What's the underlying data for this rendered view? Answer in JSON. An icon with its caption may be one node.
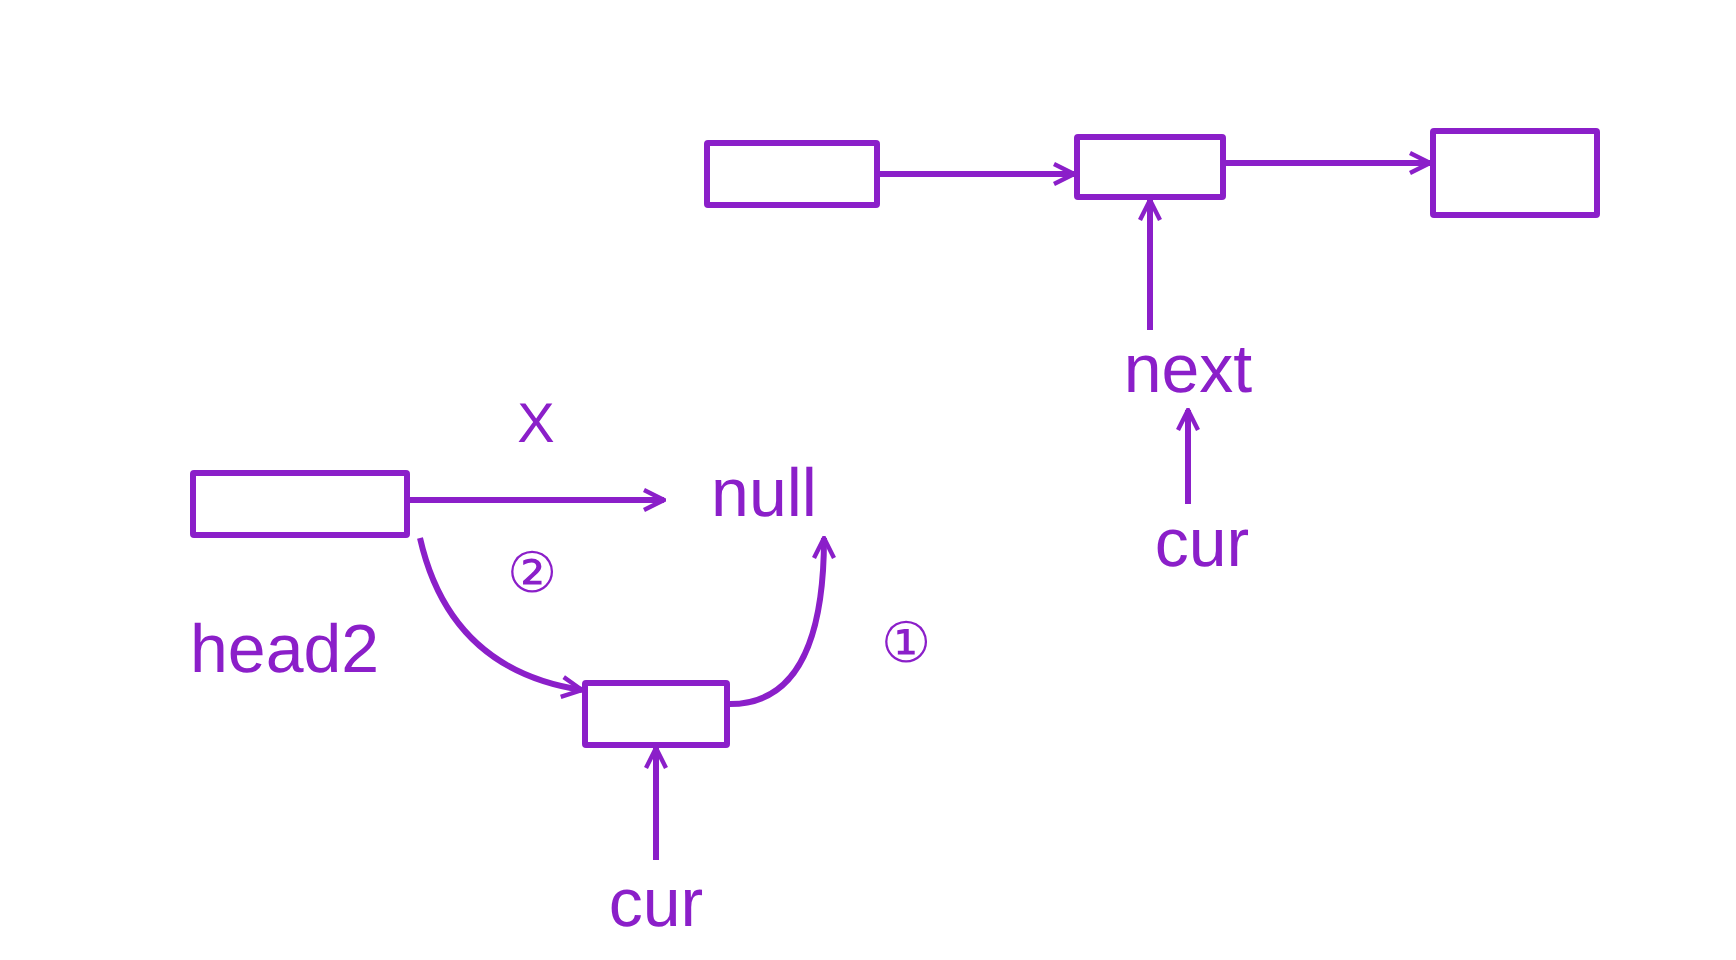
{
  "diagram": {
    "nodes": [
      {
        "text": [],
        "shape": "box"
      },
      {
        "text": [],
        "shape": "box"
      },
      {
        "text": [],
        "shape": "box"
      },
      {
        "text": [
          "next"
        ]
      },
      {
        "text": [
          "cur"
        ]
      },
      {
        "text": [],
        "shape": "box",
        "beside": [
          "head2"
        ]
      },
      {
        "text": [
          "null"
        ]
      },
      {
        "text": [],
        "shape": "box"
      },
      {
        "text": [
          "cur"
        ]
      }
    ],
    "edges": [
      {
        "from": 0,
        "to": 1,
        "arrow": "to"
      },
      {
        "from": 1,
        "to": 2,
        "arrow": "to"
      },
      {
        "from": 3,
        "to": 1,
        "arrow": "to"
      },
      {
        "from": 4,
        "to": 3,
        "arrow": "to"
      },
      {
        "from": 5,
        "to": 6,
        "arrow": "to",
        "label": "X"
      },
      {
        "from": 5,
        "to": 7,
        "arrow": "to",
        "label": "②"
      },
      {
        "from": 7,
        "to": 6,
        "arrow": "to",
        "label": "①"
      },
      {
        "from": 8,
        "to": 7,
        "arrow": "to"
      }
    ]
  }
}
